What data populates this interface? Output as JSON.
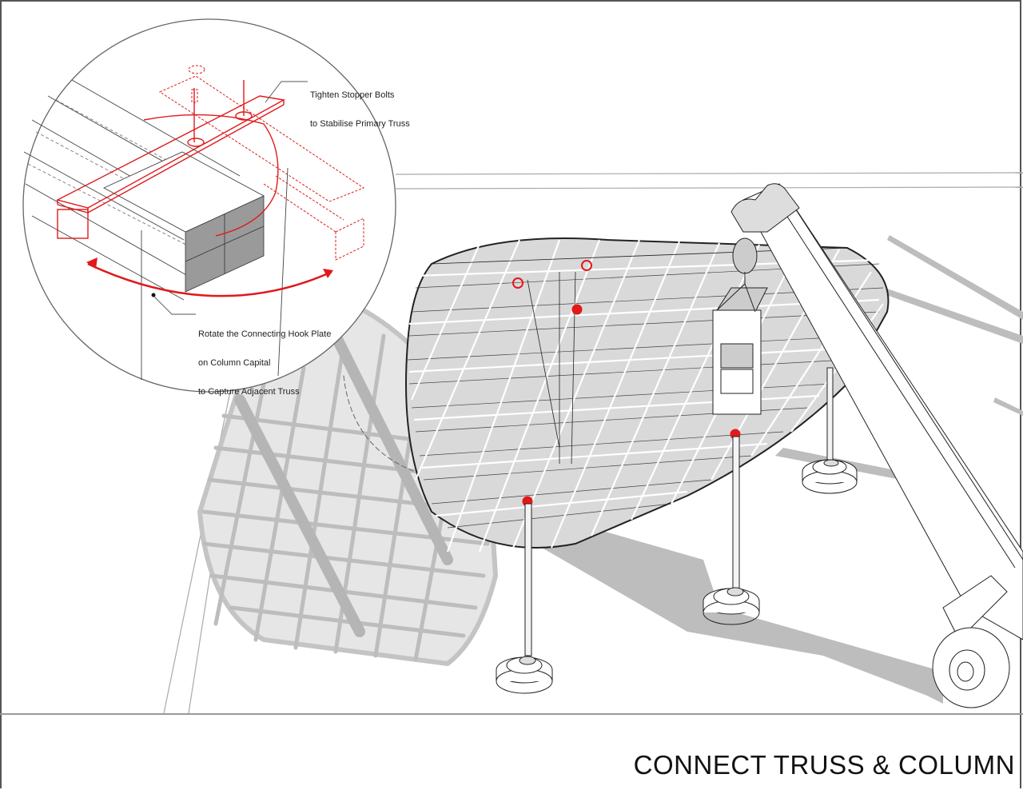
{
  "drawing": {
    "title": "CONNECT TRUSS & COLUMN",
    "detail_callouts": [
      {
        "id": "tighten-bolts",
        "lines": [
          "Tighten Stopper Bolts",
          "to Stabilise Primary Truss"
        ]
      },
      {
        "id": "rotate-hook-plate",
        "lines": [
          "Rotate the Connecting Hook Plate",
          "on Column Capital",
          "to Capture Adjacent Truss"
        ]
      }
    ],
    "colors": {
      "highlight": "#e0191b",
      "shadow": "#bdbdbd",
      "line": "#333333",
      "frame": "#555555"
    },
    "elements": {
      "detail_bubble": "column-capital-detail",
      "main_object": "woven-truss-canopy",
      "columns": 3,
      "crane": "mobile-crane-with-lifting-cage"
    }
  }
}
